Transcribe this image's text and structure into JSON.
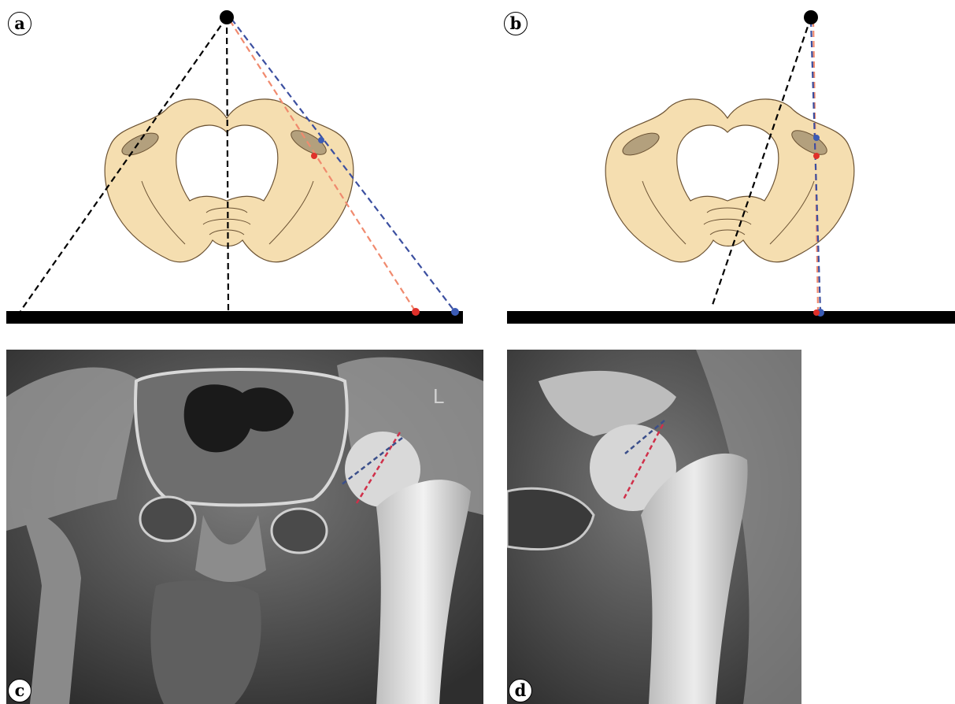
{
  "panels": {
    "a": {
      "label": "a"
    },
    "b": {
      "label": "b"
    },
    "c": {
      "label": "c",
      "marker": "L"
    },
    "d": {
      "label": "d"
    }
  },
  "colors": {
    "pelvis_fill": "#f5deb0",
    "pelvis_stroke": "#6b5233",
    "acetabulum": "#b3a07d",
    "source_dot": "#000000",
    "ray_black": "#000000",
    "ray_red": "#f08a6e",
    "ray_blue": "#3b4fa0",
    "point_red": "#e0302a",
    "point_blue": "#3b5bb5",
    "detector": "#000000"
  },
  "icons": {
    "source": "xray-source-dot",
    "pelvis": "pelvis-illustration",
    "detector": "detector-plate"
  }
}
